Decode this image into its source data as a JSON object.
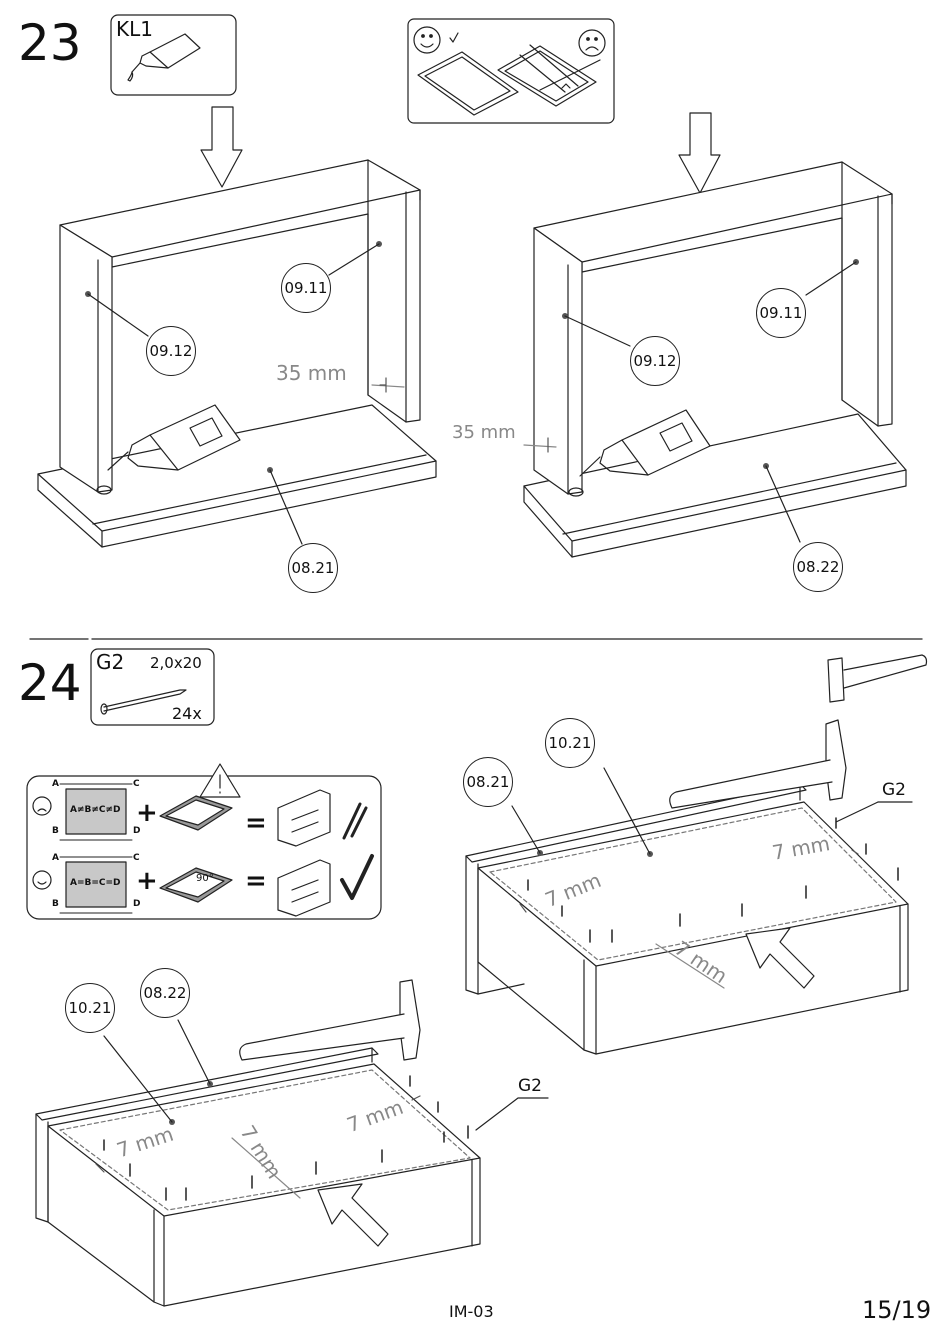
{
  "step23": {
    "number": "23",
    "adhesive_code": "KL1",
    "left": {
      "top_part": "09.11",
      "side_part": "09.12",
      "base_part": "08.21",
      "distance": "35 mm"
    },
    "right": {
      "top_part": "09.11",
      "side_part": "09.12",
      "base_part": "08.22",
      "distance": "35 mm"
    }
  },
  "step24": {
    "number": "24",
    "nail": {
      "code": "G2",
      "size": "2,0x20",
      "qty": "24x"
    },
    "square_check": {
      "row_labels": [
        "A",
        "B",
        "C",
        "D"
      ],
      "bad_formula": "A≠B≠C≠D",
      "good_formula": "A=B=C=D",
      "bad_angle": "?°",
      "good_angle": "90°"
    },
    "upper": {
      "frame_part": "08.21",
      "back_part": "10.21",
      "nail_code": "G2",
      "spacing": [
        "7 mm",
        "7 mm",
        "7 mm"
      ]
    },
    "lower": {
      "frame_part": "08.22",
      "back_part": "10.21",
      "nail_code": "G2",
      "spacing": [
        "7 mm",
        "7 mm",
        "7 mm"
      ]
    }
  },
  "footer": {
    "model": "IM-03",
    "page": "15/19"
  }
}
